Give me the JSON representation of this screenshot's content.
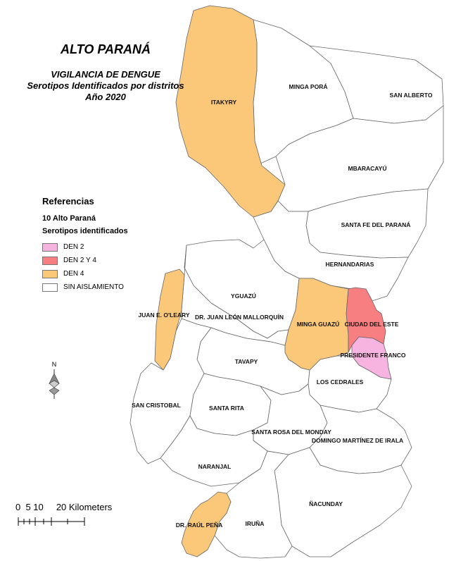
{
  "title": "ALTO PARANÁ",
  "subtitle_lines": [
    "VIGILANCIA DE DENGUE",
    "Serotipos Identificados por distritos",
    "Año 2020"
  ],
  "legend": {
    "title": "Referencias",
    "layer": "10 Alto Paraná",
    "field": "Serotipos identificados",
    "items": [
      {
        "label": "DEN 2",
        "color": "#f8b4e0"
      },
      {
        "label": "DEN 2 Y 4",
        "color": "#f77f81"
      },
      {
        "label": "DEN 4",
        "color": "#fbc879"
      },
      {
        "label": "SIN AISLAMIENTO",
        "color": "#ffffff"
      }
    ]
  },
  "north_arrow": {
    "letter": "N"
  },
  "scale_bar": {
    "label": "0  5 10     20 Kilometers"
  },
  "districts": [
    {
      "name": "ITAKYRY",
      "category": "DEN 4"
    },
    {
      "name": "MINGA PORÁ",
      "category": "SIN AISLAMIENTO"
    },
    {
      "name": "SAN ALBERTO",
      "category": "SIN AISLAMIENTO"
    },
    {
      "name": "MBARACAYÚ",
      "category": "SIN AISLAMIENTO"
    },
    {
      "name": "SANTA FE DEL PARANÁ",
      "category": "SIN AISLAMIENTO"
    },
    {
      "name": "HERNANDARIAS",
      "category": "SIN AISLAMIENTO"
    },
    {
      "name": "YGUAZÚ",
      "category": "SIN AISLAMIENTO"
    },
    {
      "name": "JUAN E. O'LEARY",
      "category": "DEN 4"
    },
    {
      "name": "DR. JUAN LEÓN MALLORQUÍN",
      "category": "SIN AISLAMIENTO"
    },
    {
      "name": "MINGA GUAZÚ",
      "category": "DEN 4"
    },
    {
      "name": "CIUDAD DEL ESTE",
      "category": "DEN 2 Y 4"
    },
    {
      "name": "PRESIDENTE FRANCO",
      "category": "DEN 2"
    },
    {
      "name": "TAVAPY",
      "category": "SIN AISLAMIENTO"
    },
    {
      "name": "LOS CEDRALES",
      "category": "SIN AISLAMIENTO"
    },
    {
      "name": "SAN CRISTOBAL",
      "category": "SIN AISLAMIENTO"
    },
    {
      "name": "SANTA RITA",
      "category": "SIN AISLAMIENTO"
    },
    {
      "name": "SANTA ROSA DEL MONDAY",
      "category": "SIN AISLAMIENTO"
    },
    {
      "name": "DOMINGO MARTÍNEZ DE IRALA",
      "category": "SIN AISLAMIENTO"
    },
    {
      "name": "NARANJAL",
      "category": "SIN AISLAMIENTO"
    },
    {
      "name": "ÑACUNDAY",
      "category": "SIN AISLAMIENTO"
    },
    {
      "name": "DR. RAÚL PEÑA",
      "category": "DEN 4"
    },
    {
      "name": "IRUÑA",
      "category": "SIN AISLAMIENTO"
    }
  ]
}
